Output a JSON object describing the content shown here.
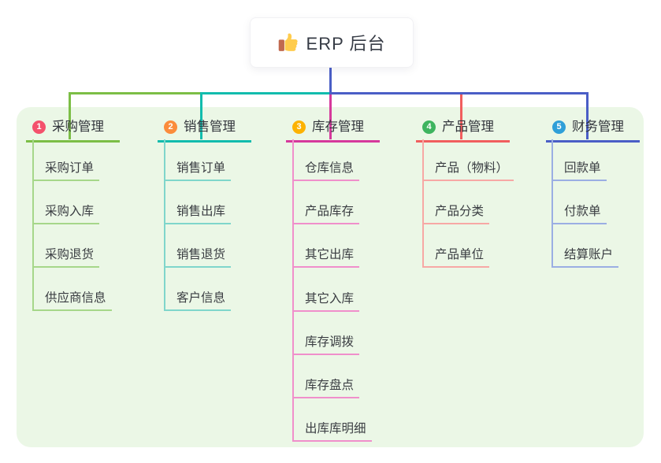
{
  "root": {
    "label": "ERP 后台",
    "icon": "thumbs-up",
    "icon_color": "#FFCC4D"
  },
  "canvas": {
    "panel_background": "#EBF7E6",
    "page_background": "#FFFFFF"
  },
  "branches": [
    {
      "number": "1",
      "label": "采购管理",
      "badge_color": "#F4516C",
      "line_color": "#7CBE46",
      "child_line_color": "#A6D78A",
      "children": [
        "采购订单",
        "采购入库",
        "采购退货",
        "供应商信息"
      ]
    },
    {
      "number": "2",
      "label": "销售管理",
      "badge_color": "#FB8C3C",
      "line_color": "#12BCAD",
      "child_line_color": "#7FD6CB",
      "children": [
        "销售订单",
        "销售出库",
        "销售退货",
        "客户信息"
      ]
    },
    {
      "number": "3",
      "label": "库存管理",
      "badge_color": "#FCB201",
      "line_color": "#D6399C",
      "child_line_color": "#F08FCB",
      "children": [
        "仓库信息",
        "产品库存",
        "其它出库",
        "其它入库",
        "库存调拨",
        "库存盘点",
        "出库库明细"
      ]
    },
    {
      "number": "4",
      "label": "产品管理",
      "badge_color": "#3EB45F",
      "line_color": "#F15E5E",
      "child_line_color": "#F7A8A5",
      "children": [
        "产品（物料）",
        "产品分类",
        "产品单位"
      ]
    },
    {
      "number": "5",
      "label": "财务管理",
      "badge_color": "#2F9FD8",
      "line_color": "#4A5EC6",
      "child_line_color": "#9BAEE3",
      "children": [
        "回款单",
        "付款单",
        "结算账户"
      ]
    }
  ]
}
